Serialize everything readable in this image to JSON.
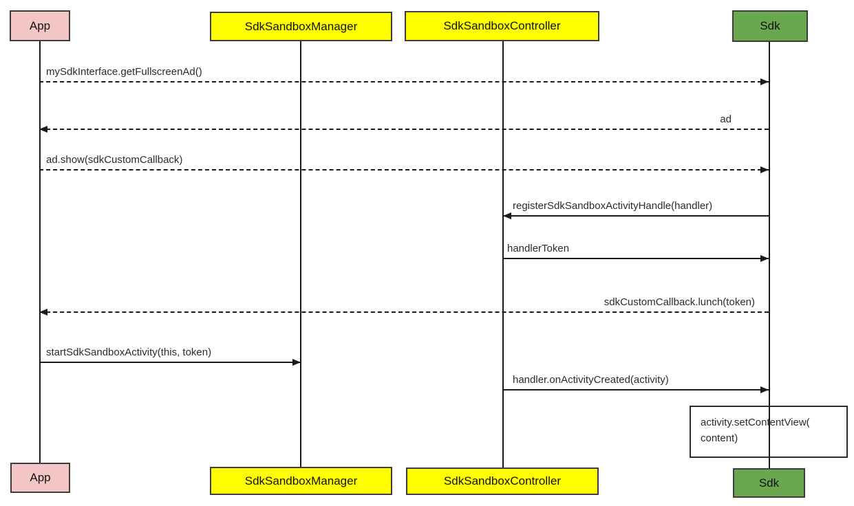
{
  "participants": [
    {
      "name": "App",
      "fill": "#f3c5c5"
    },
    {
      "name": "SdkSandboxManager",
      "fill": "#ffff00"
    },
    {
      "name": "SdkSandboxController",
      "fill": "#ffff00"
    },
    {
      "name": "Sdk",
      "fill": "#6aa84f"
    }
  ],
  "messages": [
    {
      "label": "mySdkInterface.getFullscreenAd()",
      "from": "App",
      "to": "Sdk",
      "line": "dashed",
      "direction": "right"
    },
    {
      "label": "ad",
      "from": "Sdk",
      "to": "App",
      "line": "dashed",
      "direction": "left"
    },
    {
      "label": "ad.show(sdkCustomCallback)",
      "from": "App",
      "to": "Sdk",
      "line": "dashed",
      "direction": "right"
    },
    {
      "label": "registerSdkSandboxActivityHandle(handler)",
      "from": "Sdk",
      "to": "SdkSandboxController",
      "line": "solid",
      "direction": "left"
    },
    {
      "label": "handlerToken",
      "from": "SdkSandboxController",
      "to": "Sdk",
      "line": "solid",
      "direction": "right"
    },
    {
      "label": "sdkCustomCallback.lunch(token)",
      "from": "Sdk",
      "to": "App",
      "line": "dashed",
      "direction": "left"
    },
    {
      "label": "startSdkSandboxActivity(this, token)",
      "from": "App",
      "to": "SdkSandboxManager",
      "line": "solid",
      "direction": "right"
    },
    {
      "label": "handler.onActivityCreated(activity)",
      "from": "SdkSandboxController",
      "to": "Sdk",
      "line": "solid",
      "direction": "right"
    }
  ],
  "note": {
    "line1": "activity.setContentView(",
    "line2": "content)"
  }
}
